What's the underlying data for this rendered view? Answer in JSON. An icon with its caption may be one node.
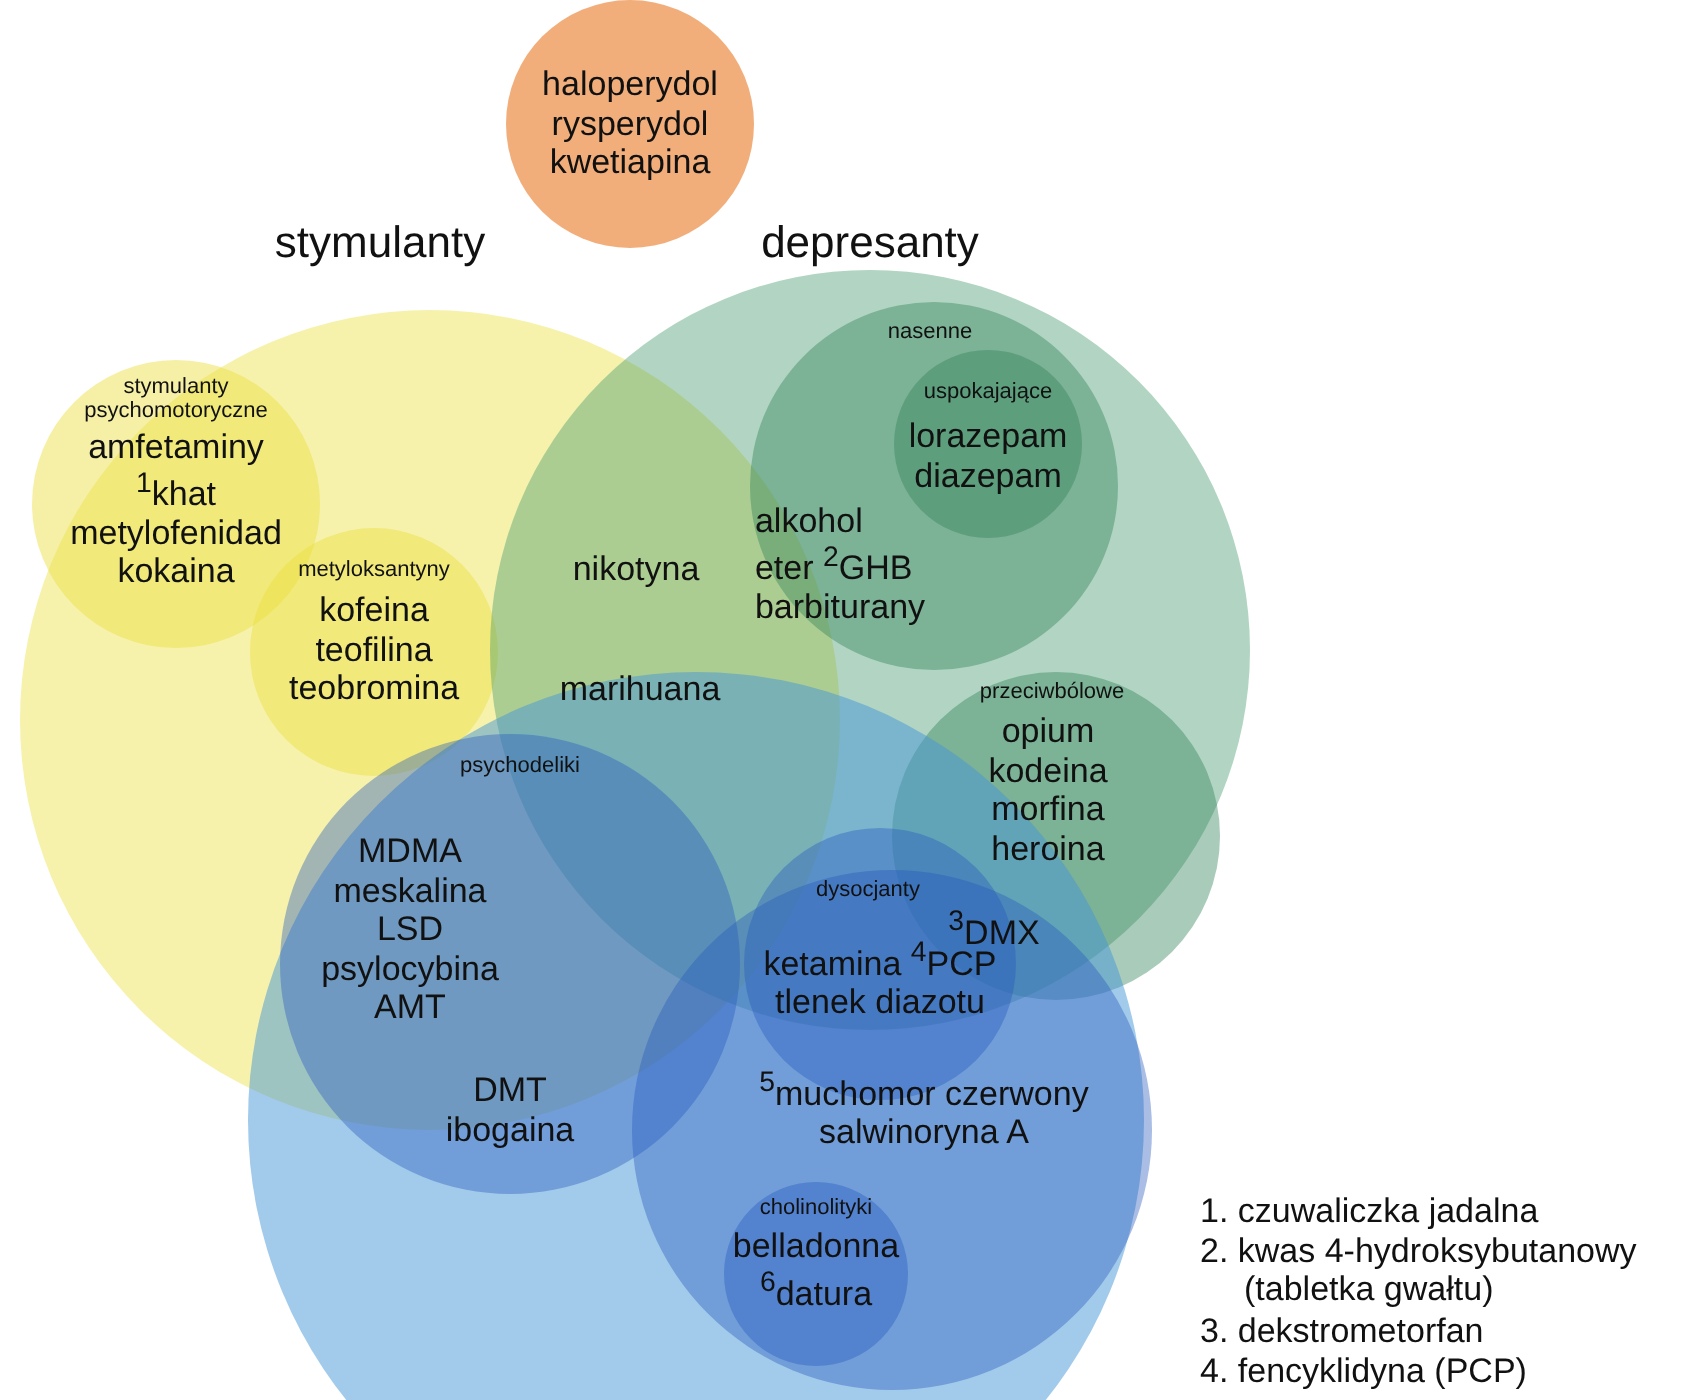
{
  "diagram": {
    "nodes": [
      {
        "text": [
          "haloperydol rysperydol kwetiapina"
        ]
      },
      {
        "text": [
          "stymulanty"
        ]
      },
      {
        "text": [
          "stymulanty psychomotoryczne",
          "amfetaminy $^{1}$khat metylofenidad kokaina"
        ],
        "in": 1
      },
      {
        "text": [
          "metyloksantyny",
          "kofeina teofilina teobromina"
        ],
        "in": 1
      },
      {
        "text": [
          "depresanty"
        ]
      },
      {
        "text": [
          "nasenne",
          "alkohol eter $^{2}$GHB barbiturany"
        ],
        "in": 4
      },
      {
        "text": [
          "uspokajające",
          "lorazepam diazepam"
        ],
        "in": 5
      },
      {
        "text": [
          "przeciwbólowe",
          "opium kodeina morfina heroina"
        ],
        "in": 4
      },
      {
        "text": [],
        "shape": "circle"
      },
      {
        "text": [
          "psychodeliki",
          "MDMA meskalina LSD psylocybina AMT",
          "DMT ibogaina"
        ],
        "in": 8
      },
      {
        "text": [
          "dysocjanty",
          "ketamina $^{4}$PCP tlenek diazotu"
        ],
        "in": 8
      },
      {
        "text": [
          "$^{5}$muchomor czerwony salwinoryna A"
        ],
        "in": 8
      },
      {
        "text": [
          "cholinolityki",
          "belladonna $^{6}$datura"
        ],
        "in": 11
      }
    ],
    "edges": [],
    "labels": [
      "nikotyna",
      "marihuana",
      "$^{3}$DMX",
      "1. czuwaliczka jadalna",
      "2. kwas 4-hydroksybutanowy (tabletka gwałtu)",
      "3. dekstrometorfan",
      "4. fencyklidyna (PCP)"
    ]
  }
}
